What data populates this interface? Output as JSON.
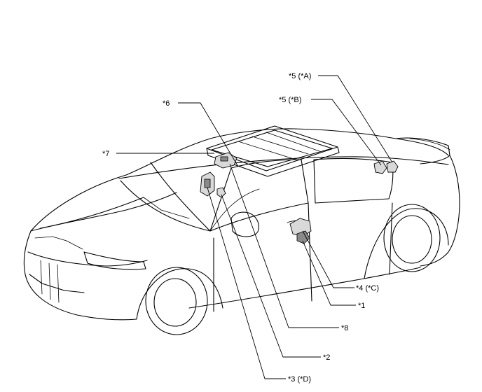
{
  "callouts": {
    "c5a": "*5 (*A)",
    "c5b": "*5 (*B)",
    "c6": "*6",
    "c7": "*7",
    "c4": "*4 (*C)",
    "c1": "*1",
    "c8": "*8",
    "c2": "*2",
    "c3": "*3 (*D)"
  },
  "colors": {
    "line": "#000000",
    "part_fill": "#d9d9d9",
    "background": "#ffffff"
  }
}
